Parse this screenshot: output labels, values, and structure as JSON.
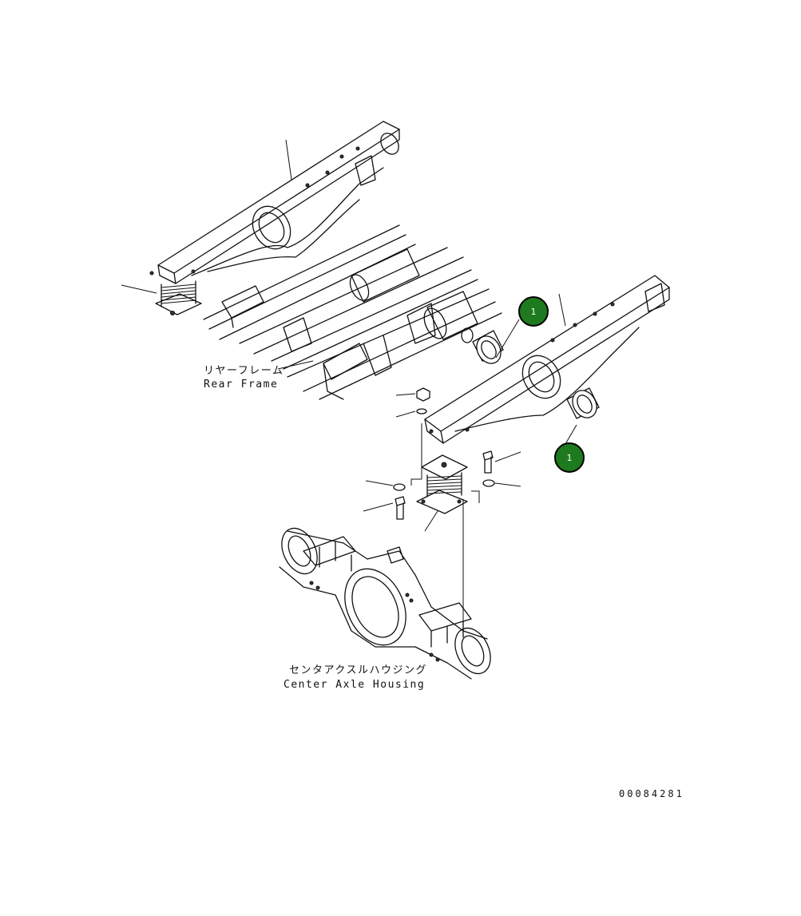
{
  "labels": {
    "rear_frame_jp": "リヤーフレーム",
    "rear_frame_en": "Rear Frame",
    "center_axle_jp": "センタアクスルハウジング",
    "center_axle_en": "Center Axle Housing"
  },
  "callouts": [
    {
      "id": "callout-1-upper",
      "number": "1"
    },
    {
      "id": "callout-1-lower",
      "number": "1"
    }
  ],
  "drawing_code": "00084281",
  "colors": {
    "callout_fill": "#1e7a1e",
    "line": "#111111",
    "background": "#ffffff"
  }
}
